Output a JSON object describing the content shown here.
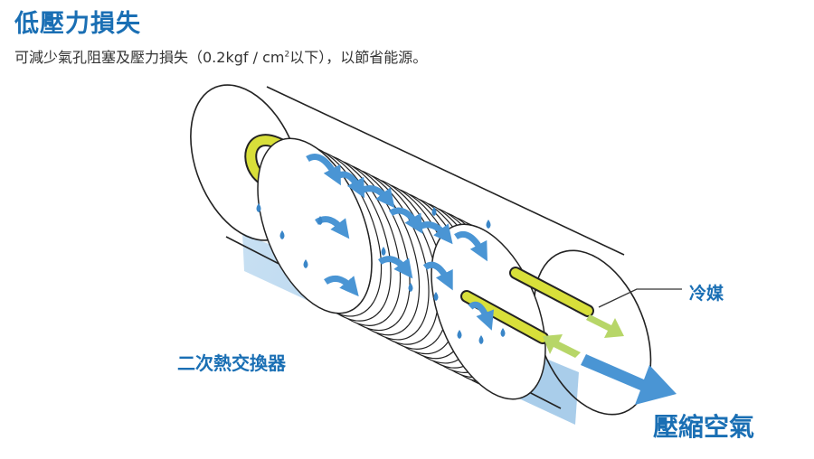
{
  "header": {
    "title": "低壓力損失",
    "subtitle_main": "可減少氣孔阻塞及壓力損失（0.2kgf / cm",
    "subtitle_sup": "2",
    "subtitle_end": "以下），以節省能源。"
  },
  "labels": {
    "refrigerant": "冷媒",
    "heat_exchanger": "二次熱交換器",
    "compressed_air": "壓縮空氣"
  },
  "colors": {
    "title": "#1a6fb4",
    "label_blue": "#1a6fb4",
    "pipe_yellow": "#d8df3a",
    "flow_arrow_blue": "#4a95d4",
    "refrigerant_arrow_green": "#b7d668",
    "water_band": "#b9d7ef"
  }
}
